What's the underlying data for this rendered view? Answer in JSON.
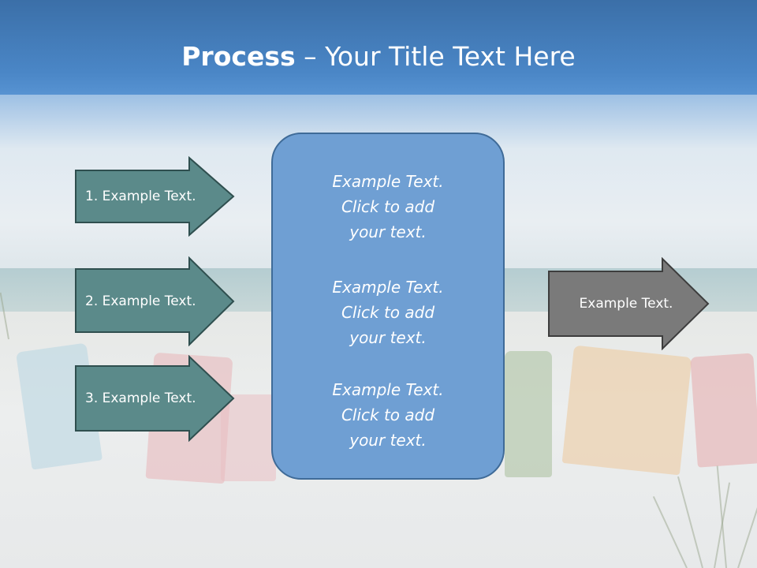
{
  "title": {
    "bold": "Process",
    "rest": " – Your Title Text Here"
  },
  "left_arrows": [
    {
      "label": "1. Example Text."
    },
    {
      "label": "2. Example Text."
    },
    {
      "label": "3. Example Text."
    }
  ],
  "center_box": {
    "blocks": [
      {
        "line1": "Example Text.",
        "line2": "Click  to add",
        "line3": "your text."
      },
      {
        "line1": "Example Text.",
        "line2": "Click  to add",
        "line3": "your text."
      },
      {
        "line1": "Example Text.",
        "line2": "Click  to add",
        "line3": "your text."
      }
    ]
  },
  "right_arrow": {
    "label": "Example Text."
  },
  "colors": {
    "left_arrow_fill": "#5b8a8a",
    "left_arrow_stroke": "#2f4f4f",
    "center_fill": "#6f9fd3",
    "right_arrow_fill": "#7a7a7a",
    "right_arrow_stroke": "#3d3d3d"
  }
}
